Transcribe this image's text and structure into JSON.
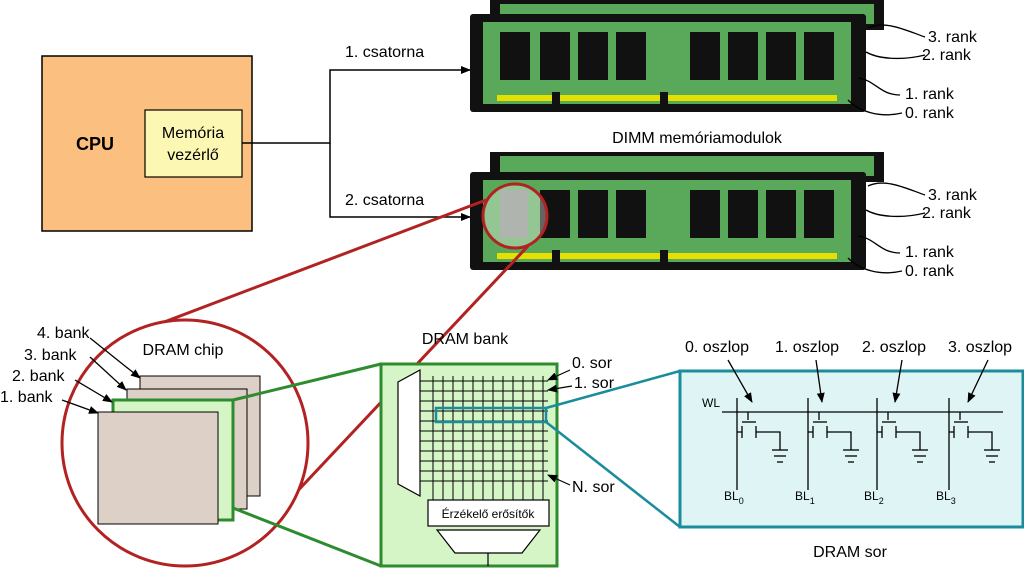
{
  "cpu": {
    "label": "CPU",
    "controller_line1": "Memória",
    "controller_line2": "vezérlő"
  },
  "channels": {
    "ch1": "1. csatorna",
    "ch2": "2. csatorna"
  },
  "dimm_title": "DIMM memóriamodulok",
  "ranks_top": [
    "3. rank",
    "2. rank",
    "1. rank",
    "0. rank"
  ],
  "ranks_bottom": [
    "3. rank",
    "2. rank",
    "1. rank",
    "0. rank"
  ],
  "chip": {
    "title": "DRAM chip",
    "banks": [
      "4. bank",
      "3. bank",
      "2. bank",
      "1. bank"
    ]
  },
  "bank": {
    "title": "DRAM bank",
    "row0": "0. sor",
    "row1": "1. sor",
    "rowN": "N. sor",
    "sense_amps": "Érzékelő erősítők"
  },
  "row": {
    "title": "DRAM sor",
    "wl": "WL",
    "columns": [
      "0. oszlop",
      "1. oszlop",
      "2. oszlop",
      "3. oszlop"
    ],
    "bitlines": [
      "0",
      "1",
      "2",
      "3"
    ]
  },
  "colors": {
    "cpu_fill": "#fbbf7f",
    "controller_fill": "#fdf7b4",
    "pcb": "#5aa85a",
    "zoom_red": "#b22222",
    "zoom_green": "#2e8b2e",
    "zoom_teal": "#1a8c9c",
    "bank_fill": "#d6f5c6",
    "row_fill": "#dff5f5",
    "chip_fill": "#ddd0c6"
  }
}
